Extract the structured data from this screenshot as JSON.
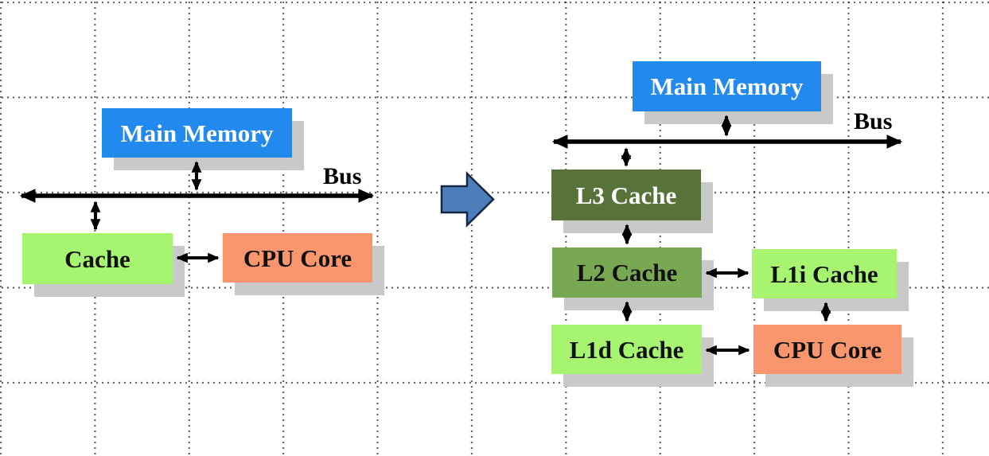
{
  "left_diagram": {
    "description": "single cache system",
    "boxes": {
      "main_memory": "Main Memory",
      "cache": "Cache",
      "cpu_core": "CPU Core"
    },
    "bus_label": "Bus"
  },
  "right_diagram": {
    "description": "multi-level cache hierarchy",
    "boxes": {
      "main_memory": "Main Memory",
      "l3_cache": "L3 Cache",
      "l2_cache": "L2 Cache",
      "l1i_cache": "L1i Cache",
      "l1d_cache": "L1d Cache",
      "cpu_core": "CPU Core"
    },
    "bus_label": "Bus"
  },
  "transform_arrow": {
    "direction": "right"
  },
  "colors": {
    "main_memory_blue": "#2289ef",
    "light_green_cache": "#a6f470",
    "medium_green_l2": "#78a852",
    "dark_green_l3": "#577339",
    "cpu_core_salmon": "#fa966e",
    "box_shadow_gray": "#c9c9c9",
    "arrow_black": "#000000",
    "transform_arrow_fill": "#4d7ebc",
    "transform_arrow_outline": "#16273f"
  }
}
